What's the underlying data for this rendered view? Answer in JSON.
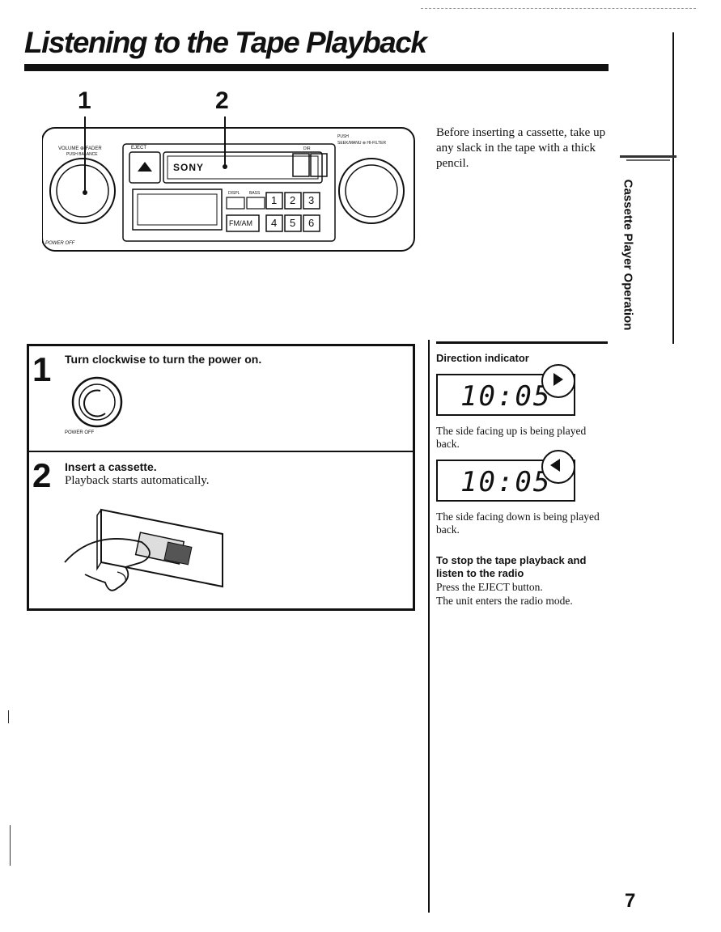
{
  "page": {
    "title": "Listening to the Tape Playback",
    "side_label": "Cassette Player Operation",
    "page_number": "7"
  },
  "figure": {
    "callout_1": "1",
    "callout_2": "2",
    "labels": {
      "volume_fader": "VOLUME ⊕ FADER",
      "push_balance": "PUSH BALANCE",
      "power_off": "POWER OFF",
      "eject": "EJECT",
      "brand": "SONY",
      "push_seek": "PUSH",
      "seek_hifilter": "SEEK/MANU ⊕ HI-FILTER",
      "dir": "DIR",
      "disp": "DISPL",
      "bass": "BASS",
      "fm_am": "FM/AM",
      "preset_1": "1",
      "preset_2": "2",
      "preset_3": "3",
      "preset_4": "4",
      "preset_5": "5",
      "preset_6": "6"
    }
  },
  "intro": {
    "text": "Before inserting a cassette, take up any slack in the tape with a thick pencil."
  },
  "steps": [
    {
      "number": "1",
      "heading": "Turn clockwise to turn the power on.",
      "text": "",
      "knob_label": "POWER OFF"
    },
    {
      "number": "2",
      "heading": "Insert a cassette.",
      "text": "Playback starts automatically."
    }
  ],
  "right_panel": {
    "heading": "Direction indicator",
    "display_1": {
      "digits": "10:05",
      "direction": "right",
      "caption": "The side facing up is being played back."
    },
    "display_2": {
      "digits": "10:05",
      "direction": "left",
      "caption": "The side facing down is being played back."
    },
    "stop": {
      "heading": "To stop the tape playback and listen to the radio",
      "line_1": "Press the EJECT button.",
      "line_2": "The unit enters the radio mode."
    }
  }
}
